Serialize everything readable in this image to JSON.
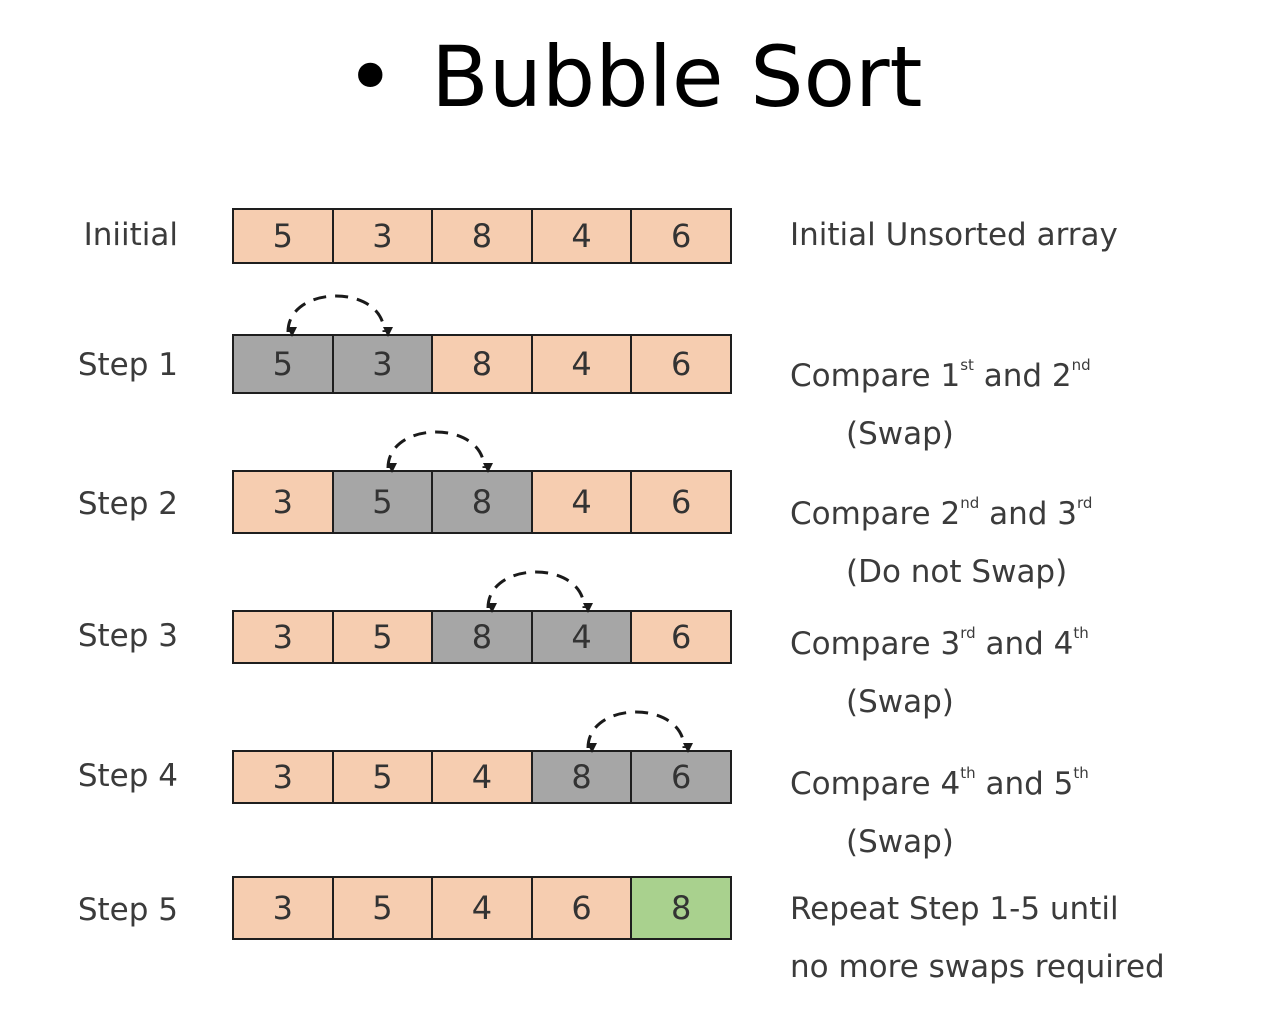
{
  "title": {
    "bullet": "•",
    "text": "Bubble Sort"
  },
  "colors": {
    "default": "#f6cdb0",
    "compared": "#a6a6a6",
    "sorted": "#a9d18e",
    "border": "#1e1e1e"
  },
  "rows": [
    {
      "label": "Iniitial",
      "values": [
        "5",
        "3",
        "8",
        "4",
        "6"
      ],
      "states": [
        "default",
        "default",
        "default",
        "default",
        "default"
      ],
      "desc": {
        "line1": "Initial Unsorted array"
      }
    },
    {
      "label": "Step 1",
      "values": [
        "5",
        "3",
        "8",
        "4",
        "6"
      ],
      "states": [
        "compared",
        "compared",
        "default",
        "default",
        "default"
      ],
      "compare": [
        0,
        1
      ],
      "desc": {
        "pre": "Compare 1",
        "sup1": "st",
        "mid": " and 2",
        "sup2": "nd",
        "line2": "(Swap)"
      }
    },
    {
      "label": "Step 2",
      "values": [
        "3",
        "5",
        "8",
        "4",
        "6"
      ],
      "states": [
        "default",
        "compared",
        "compared",
        "default",
        "default"
      ],
      "compare": [
        1,
        2
      ],
      "desc": {
        "pre": "Compare 2",
        "sup1": "nd",
        "mid": " and 3",
        "sup2": "rd",
        "line2": "(Do not Swap)"
      }
    },
    {
      "label": "Step 3",
      "values": [
        "3",
        "5",
        "8",
        "4",
        "6"
      ],
      "states": [
        "default",
        "default",
        "compared",
        "compared",
        "default"
      ],
      "compare": [
        2,
        3
      ],
      "desc": {
        "pre": "Compare 3",
        "sup1": "rd",
        "mid": " and 4",
        "sup2": "th",
        "line2": "(Swap)"
      }
    },
    {
      "label": "Step 4",
      "values": [
        "3",
        "5",
        "4",
        "8",
        "6"
      ],
      "states": [
        "default",
        "default",
        "default",
        "compared",
        "compared"
      ],
      "compare": [
        3,
        4
      ],
      "desc": {
        "pre": "Compare 4",
        "sup1": "th",
        "mid": " and 5",
        "sup2": "th",
        "line2": "(Swap)"
      }
    },
    {
      "label": "Step 5",
      "values": [
        "3",
        "5",
        "4",
        "6",
        "8"
      ],
      "states": [
        "default",
        "default",
        "default",
        "default",
        "sorted"
      ],
      "desc": {
        "line1": "Repeat  Step 1-5 until",
        "line2": "no more swaps required"
      }
    }
  ]
}
